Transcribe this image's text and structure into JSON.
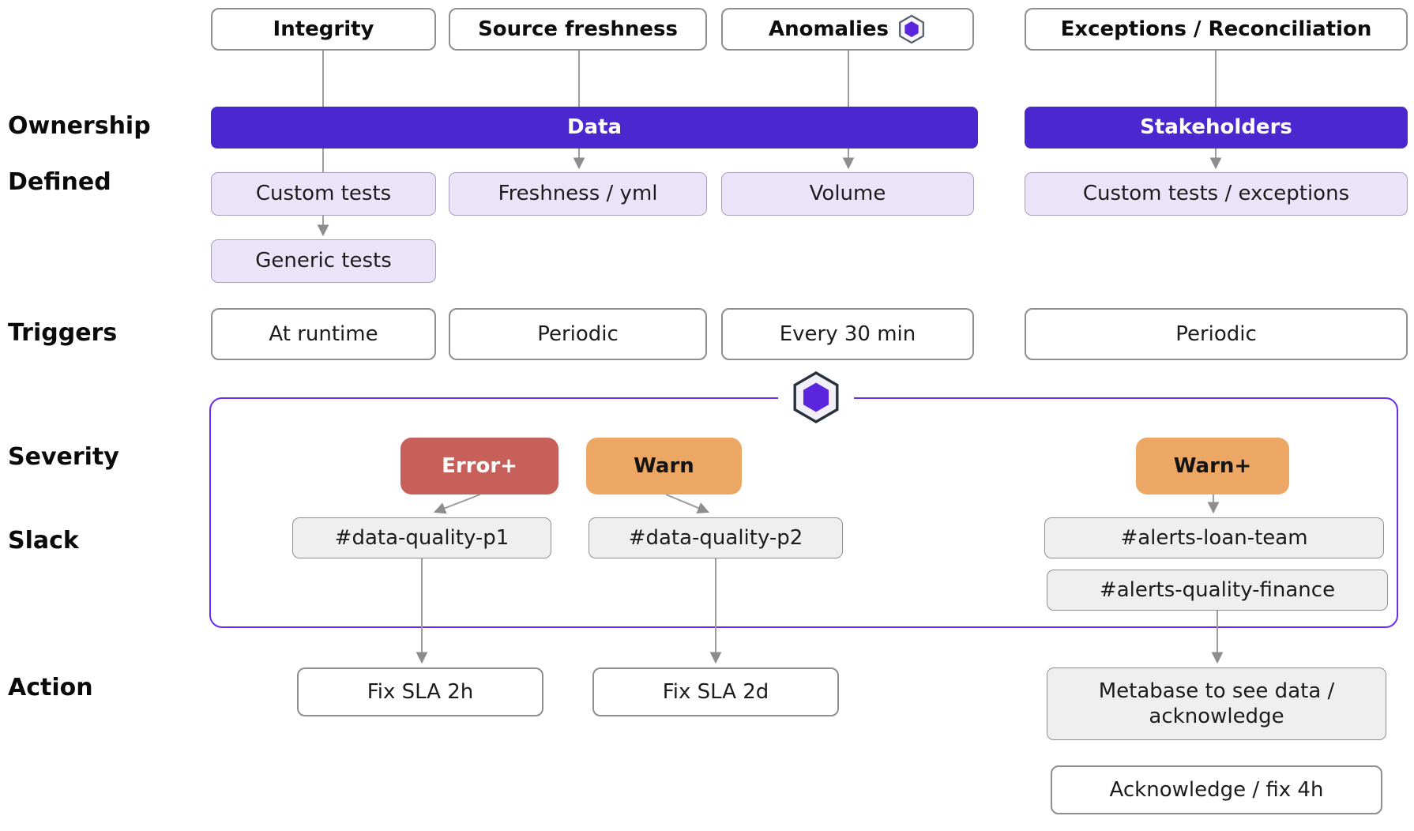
{
  "colors": {
    "accent-purple": "#4A27CE",
    "container-border": "#6B2CF0",
    "error-red": "#C7605B",
    "warn-orange": "#EBA763",
    "lavender": "#EBE4F9",
    "lavender-border": "#A79DBE",
    "gray-fill": "#EFEFEF",
    "gray-border": "#8F8F8F",
    "line-gray": "#9C9C9C",
    "hex-purple": "#5B24DD"
  },
  "row_labels": [
    {
      "id": "ownership",
      "label": "Ownership"
    },
    {
      "id": "defined",
      "label": "Defined"
    },
    {
      "id": "triggers",
      "label": "Triggers"
    },
    {
      "id": "severity",
      "label": "Severity"
    },
    {
      "id": "slack",
      "label": "Slack"
    },
    {
      "id": "action",
      "label": "Action"
    }
  ],
  "columns": [
    {
      "header": "Integrity",
      "defined": "Custom tests",
      "defined_secondary": "Generic tests",
      "trigger": "At runtime"
    },
    {
      "header": "Source freshness",
      "defined": "Freshness / yml",
      "trigger": "Periodic"
    },
    {
      "header": "Anomalies",
      "header_icon": "hexagon-icon",
      "defined": "Volume",
      "trigger": "Every 30 min"
    },
    {
      "header": "Exceptions / Reconciliation",
      "defined": "Custom tests / exceptions",
      "trigger": "Periodic"
    }
  ],
  "ownership_bars": [
    {
      "label": "Data"
    },
    {
      "label": "Stakeholders"
    }
  ],
  "severity_badges": [
    {
      "label": "Error+",
      "level": "error"
    },
    {
      "label": "Warn",
      "level": "warn"
    },
    {
      "label": "Warn+",
      "level": "warn"
    }
  ],
  "slack_channels": [
    "#data-quality-p1",
    "#data-quality-p2",
    "#alerts-loan-team",
    "#alerts-quality-finance"
  ],
  "actions": [
    "Fix SLA 2h",
    "Fix SLA 2d",
    "Metabase to see data / acknowledge",
    "Acknowledge / fix 4h"
  ],
  "monitor_icon": "hexagon-icon"
}
